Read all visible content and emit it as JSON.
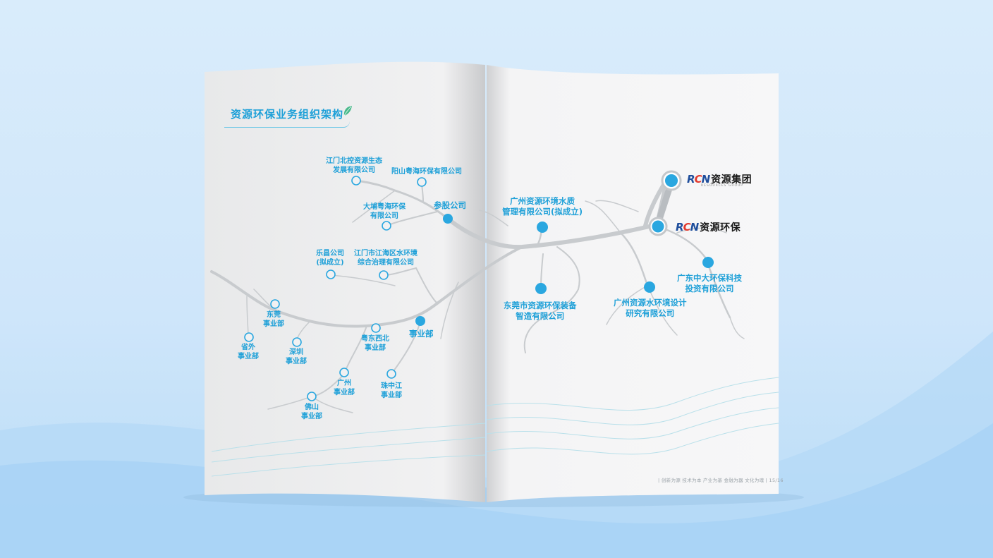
{
  "page": {
    "title": "资源环保业务组织架构",
    "footer": "| 创新为源  技术为本  产业为基  金融为器  文化为魂 |   15/16"
  },
  "logos": {
    "group": {
      "mark": "RCN",
      "name": "资源集团",
      "sub": "RESOURCES GROUP"
    },
    "env": {
      "mark": "RCN",
      "name": "资源环保"
    }
  },
  "nodes": {
    "jiangmen_beikong": "江门北控资源生态\n发展有限公司",
    "yangshan": "阳山粤海环保有限公司",
    "canggu": "参股公司",
    "dapu": "大埔粤海环保\n有限公司",
    "lechang": "乐昌公司\n(拟成立)",
    "jianghai": "江门市江海区水环境\n综合治理有限公司",
    "shiyebu": "事业部",
    "dongguan_bu": "东莞\n事业部",
    "shengwai": "省外\n事业部",
    "shenzhen": "深圳\n事业部",
    "yuedong": "粤东西北\n事业部",
    "guangzhou_bu": "广州\n事业部",
    "zhuzhongjiang": "珠中江\n事业部",
    "foshan": "佛山\n事业部",
    "gz_water_quality": "广州资源环境水质\n管理有限公司(拟成立)",
    "dg_equipment": "东莞市资源环保装备\n智造有限公司",
    "gz_design": "广州资源水环境设计\n研究有限公司",
    "zhongda": "广东中大环保科技\n投资有限公司"
  },
  "colors": {
    "accent": "#1ea0d8",
    "node_fill": "#2aa7e0",
    "branch": "#c9cccf"
  }
}
